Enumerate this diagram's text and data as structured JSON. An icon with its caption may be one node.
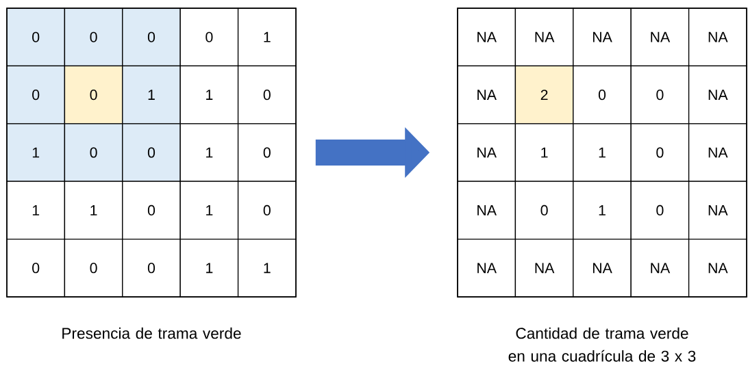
{
  "diagram": {
    "nodes": [
      {
        "text": [],
        "shape": "box",
        "beside": [
          "Presencia de trama verde"
        ]
      },
      {
        "text": [],
        "shape": "box",
        "beside": [
          "Cantidad de trama verde en una cuadrícula de 3 x 3"
        ]
      }
    ],
    "edges": [
      {
        "from": 0,
        "to": 1,
        "arrow": "to"
      }
    ],
    "labels": [
      "0",
      "0",
      "0",
      "0",
      "1",
      "0",
      "0",
      "1",
      "1",
      "0",
      "1",
      "0",
      "0",
      "1",
      "0",
      "1",
      "1",
      "0",
      "1",
      "0",
      "0",
      "0",
      "0",
      "1",
      "1",
      "NA",
      "NA",
      "NA",
      "NA",
      "NA",
      "NA",
      "2",
      "0",
      "0",
      "NA",
      "NA",
      "1",
      "1",
      "0",
      "NA",
      "NA",
      "0",
      "1",
      "0",
      "NA",
      "NA",
      "NA",
      "NA",
      "NA",
      "NA"
    ]
  }
}
